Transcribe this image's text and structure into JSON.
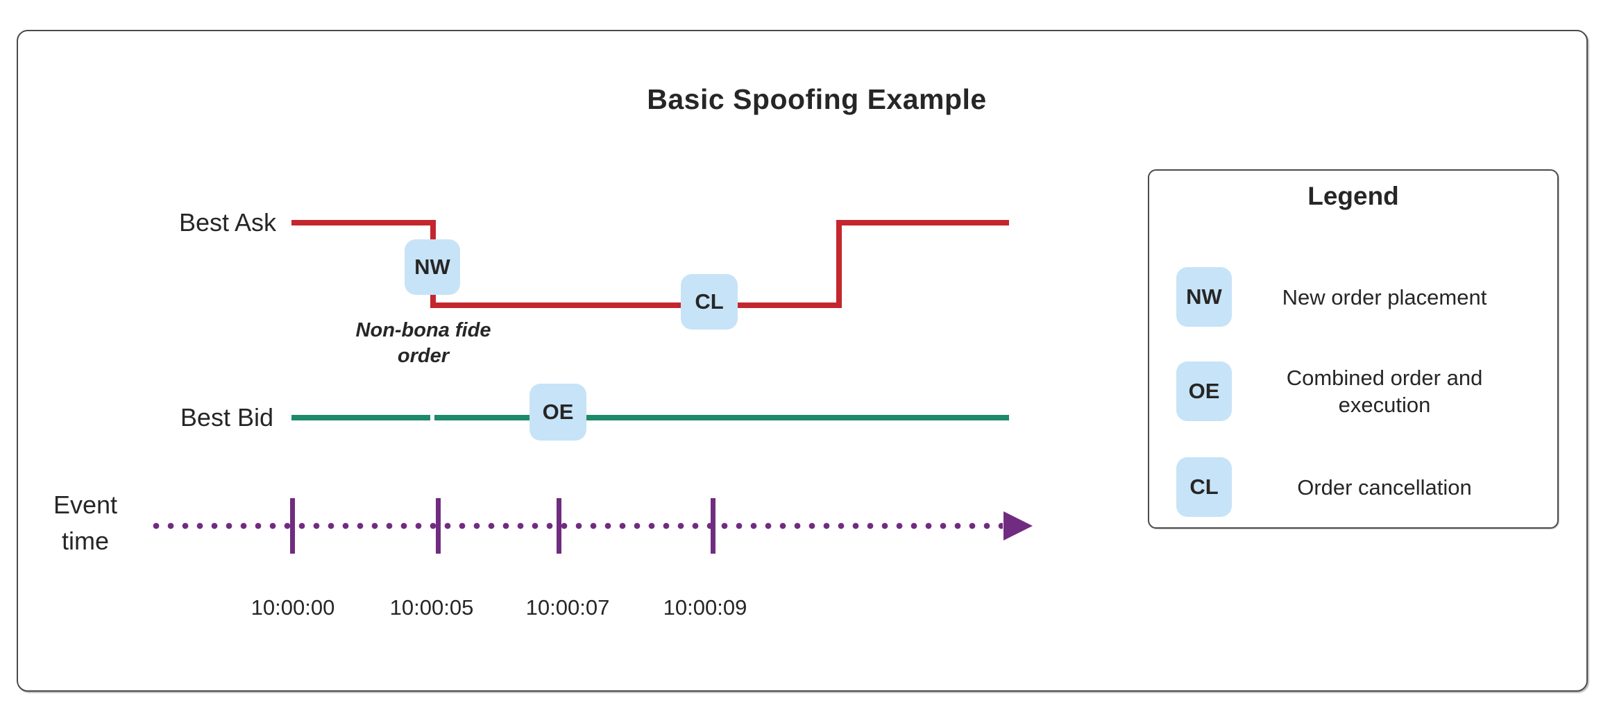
{
  "title": "Basic Spoofing Example",
  "colors": {
    "red": "#c3272d",
    "green": "#1e8a6a",
    "purple": "#702c80",
    "badge_blue": "#c7e3f7",
    "border_gray": "#4a4a4a",
    "text": "#262626"
  },
  "diagram": {
    "best_ask_label": "Best Ask",
    "best_bid_label": "Best Bid",
    "event_time_label": "Event time",
    "annotation": "Non-bona fide order",
    "badges": {
      "nw": "NW",
      "oe": "OE",
      "cl": "CL"
    },
    "time_labels": [
      "10:00:00",
      "10:00:05",
      "10:00:07",
      "10:00:09"
    ]
  },
  "legend": {
    "title": "Legend",
    "items": [
      {
        "badge": "NW",
        "label": "New order placement"
      },
      {
        "badge": "OE",
        "label": "Combined order and execution"
      },
      {
        "badge": "CL",
        "label": "Order cancellation"
      }
    ]
  }
}
